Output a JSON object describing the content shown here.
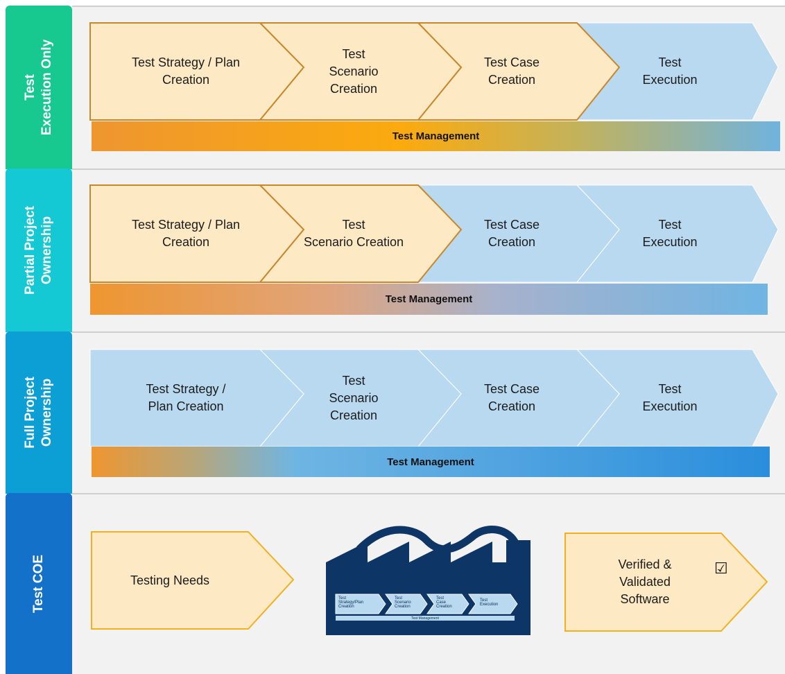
{
  "rows": [
    {
      "side_label_lines": [
        "Test",
        "Execution Only"
      ],
      "steps": [
        "Test Strategy / Plan Creation",
        "Test Scenario Creation",
        "Test Case Creation",
        "Test Execution"
      ],
      "step_lines": [
        [
          "Test Strategy / Plan",
          "Creation"
        ],
        [
          "Test",
          "Scenario",
          "Creation"
        ],
        [
          "Test Case",
          "Creation"
        ],
        [
          "Test",
          "Execution"
        ]
      ],
      "management": "Test Management"
    },
    {
      "side_label_lines": [
        "Partial Project",
        "Ownership"
      ],
      "steps": [
        "Test Strategy / Plan Creation",
        "Test Scenario Creation",
        "Test Case Creation",
        "Test Execution"
      ],
      "step_lines": [
        [
          "Test Strategy / Plan",
          "Creation"
        ],
        [
          "Test",
          "Scenario Creation"
        ],
        [
          "Test Case",
          "Creation"
        ],
        [
          "Test",
          "Execution"
        ]
      ],
      "management": "Test Management"
    },
    {
      "side_label_lines": [
        "Full Project",
        "Ownership"
      ],
      "steps": [
        "Test Strategy / Plan Creation",
        "Test Scenario Creation",
        "Test Case Creation",
        "Test Execution"
      ],
      "step_lines": [
        [
          "Test Strategy /",
          "Plan Creation"
        ],
        [
          "Test",
          "Scenario",
          "Creation"
        ],
        [
          "Test Case",
          "Creation"
        ],
        [
          "Test",
          "Execution"
        ]
      ],
      "management": "Test Management"
    }
  ],
  "coe": {
    "side_label": "Test COE",
    "input": "Testing Needs",
    "output_lines": [
      "Verified &",
      "Validated",
      "Software"
    ],
    "checkbox": "☑",
    "factory_steps": [
      [
        "Test",
        "Strategy/Plan",
        "Creation"
      ],
      [
        "Test",
        "Scenario",
        "Creation"
      ],
      [
        "Test",
        "Case",
        "Creation"
      ],
      [
        "Test",
        "Execution"
      ]
    ],
    "factory_management": "Test Management"
  },
  "colors": {
    "side_1": "#17c98f",
    "side_2": "#14c8d4",
    "side_3": "#0c9fd6",
    "side_4": "#1471c9",
    "peach_fill": "#fde9c3",
    "peach_stroke": "#c9872c",
    "blue_fill": "#b8d9f0",
    "factory": "#0d3666"
  }
}
